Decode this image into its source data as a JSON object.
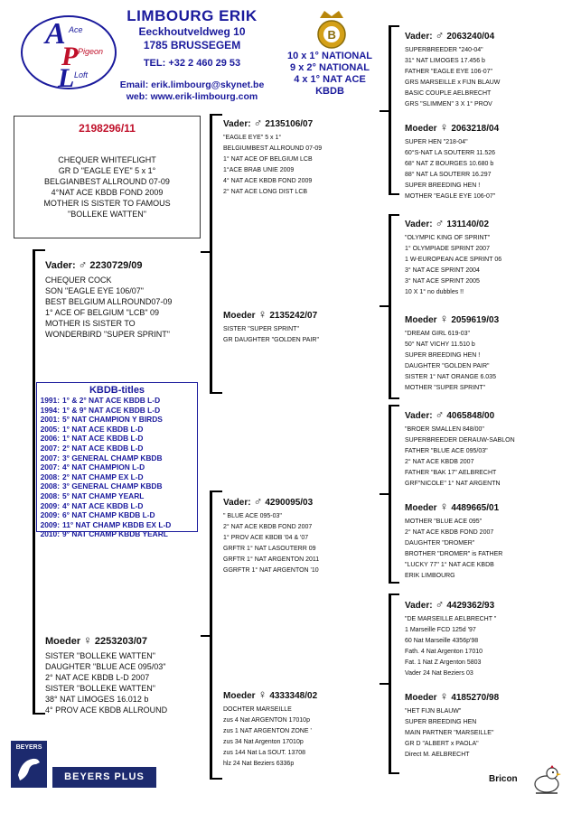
{
  "header": {
    "logo_letters": [
      "Ace",
      "Pigeon",
      "Loft"
    ],
    "name": "LIMBOURG ERIK",
    "street": "Eeckhoutveldweg 10",
    "city": "1785 BRUSSEGEM",
    "tel": "TEL: +32 2 460 29 53",
    "email": "Email: erik.limbourg@skynet.be",
    "web": "web: www.erik-limbourg.com",
    "titles": [
      "10 x 1° NATIONAL",
      "9 x 2° NATIONAL",
      "4 x 1° NAT ACE",
      "KBDB"
    ]
  },
  "subject": {
    "ring": "2198296/11",
    "lines": [
      "CHEQUER WHITEFLIGHT",
      "GR D \"EAGLE EYE\" 5 x 1°",
      "BELGIANBEST ALLROUND 07-09",
      "4°NAT ACE KBDB FOND 2009",
      "MOTHER IS SISTER TO FAMOUS",
      "\"BOLLEKE WATTEN\""
    ]
  },
  "father": {
    "role": "Vader:",
    "sym": "♂",
    "ring": "2230729/09",
    "lines": [
      "CHEQUER COCK",
      "SON \"EAGLE EYE 106/07\"",
      "BEST BELGIUM ALLROUND07-09",
      "1° ACE OF BELGIUM \"LCB\" 09",
      "MOTHER IS SISTER TO",
      "WONDERBIRD \"SUPER SPRINT\""
    ]
  },
  "mother": {
    "role": "Moeder",
    "sym": "♀",
    "ring": "2253203/07",
    "lines": [
      "SISTER \"BOLLEKE WATTEN\"",
      "DAUGHTER \"BLUE ACE 095/03\"",
      "2° NAT ACE KBDB L-D 2007",
      "SISTER \"BOLLEKE WATTEN\"",
      "38° NAT LIMOGES 16.012 b",
      "4° PROV ACE KBDB ALLROUND"
    ]
  },
  "kbdb": {
    "title": "KBDB-titles",
    "rows": [
      {
        "year": "1991:",
        "text": "1° & 2° NAT ACE KBDB L-D"
      },
      {
        "year": "1994:",
        "text": "1° & 9° NAT ACE KBDB L-D"
      },
      {
        "year": "2001:",
        "text": "5° NAT CHAMPION Y BIRDS"
      },
      {
        "year": "2005:",
        "text": "1° NAT ACE KBDB L-D"
      },
      {
        "year": "2006:",
        "text": "1° NAT ACE KBDB L-D"
      },
      {
        "year": "2007:",
        "text": "2° NAT ACE KBDB L-D"
      },
      {
        "year": "2007:",
        "text": "3° GENERAL CHAMP KBDB"
      },
      {
        "year": "2007:",
        "text": "4° NAT CHAMPION L-D"
      },
      {
        "year": "2008:",
        "text": "2° NAT CHAMP EX L-D"
      },
      {
        "year": "2008:",
        "text": "3° GENERAL CHAMP KBDB"
      },
      {
        "year": "2008:",
        "text": "5° NAT CHAMP YEARL"
      },
      {
        "year": "2009:",
        "text": "4° NAT ACE KBDB L-D"
      },
      {
        "year": "2009:",
        "text": "6° NAT CHAMP KBDB L-D"
      },
      {
        "year": "2009:",
        "text": "11° NAT CHAMP KBDB EX L-D"
      },
      {
        "year": "2010:",
        "text": "9° NAT CHAMP KBDB YEARL"
      }
    ]
  },
  "gen2": [
    {
      "role": "Vader:",
      "sym": "♂",
      "ring": "2135106/07",
      "lines": [
        "\"EAGLE EYE\" 5 x 1°",
        "BELGIUMBEST ALLROUND 07-09",
        "1° NAT ACE OF BELGIUM LCB",
        "1°ACE BRAB UNIE 2009",
        "4° NAT ACE KBDB FOND 2009",
        "2° NAT ACE LONG DIST LCB"
      ]
    },
    {
      "role": "Moeder",
      "sym": "♀",
      "ring": "2135242/07",
      "lines": [
        "SISTER \"SUPER SPRINT\"",
        "GR DAUGHTER \"GOLDEN PAIR\""
      ]
    },
    {
      "role": "Vader:",
      "sym": "♂",
      "ring": "4290095/03",
      "lines": [
        "\" BLUE ACE 095-03\"",
        "2° NAT ACE KBDB FOND 2007",
        "1° PROV ACE KBDB '04 & '07",
        "GRFTR 1° NAT LASOUTERR 09",
        "GRFTR 1° NAT ARGENTON 2011",
        "GGRFTR 1° NAT ARGENTON '10"
      ]
    },
    {
      "role": "Moeder",
      "sym": "♀",
      "ring": "4333348/02",
      "lines": [
        "DOCHTER MARSEILLE",
        "zus 4 Nat ARGENTON 17010p",
        "zus 1 NAT ARGENTON  ZONE '",
        "zus 34 Nat Argenton 17010p",
        "zus 144 Nat La SOUT. 13708",
        "hlz 24 Nat Beziers 6336p"
      ]
    }
  ],
  "gen3": [
    {
      "role": "Vader:",
      "sym": "♂",
      "ring": "2063240/04",
      "lines": [
        "SUPERBREEDER \"240-04\"",
        "31° NAT LIMOGES 17.456 b",
        "FATHER \"EAGLE EYE 106-07\"",
        "GRS MARSEILLE x FIJN BLAUW",
        "BASIC COUPLE AELBRECHT",
        "GRS \"SLIMMEN\" 3 X 1° PROV"
      ]
    },
    {
      "role": "Moeder",
      "sym": "♀",
      "ring": "2063218/04",
      "lines": [
        "SUPER HEN \"218-04\"",
        "60°S-NAT LA SOUTERR 11.526",
        "68° NAT Z BOURGES 10.680 b",
        "88° NAT LA SOUTERR 16.297",
        "SUPER BREEDING HEN !",
        "MOTHER \"EAGLE EYE 106-07\""
      ]
    },
    {
      "role": "Vader:",
      "sym": "♂",
      "ring": "131140/02",
      "lines": [
        "\"OLYMPIC KING OF SPRINT\"",
        "1° OLYMPIADE SPRINT 2007",
        "1 W-EUROPEAN ACE SPRINT 06",
        "3° NAT ACE SPRINT 2004",
        "3° NAT ACE SPRINT 2005",
        "10 X 1° no dubbles !!"
      ]
    },
    {
      "role": "Moeder",
      "sym": "♀",
      "ring": "2059619/03",
      "lines": [
        "\"DREAM GIRL 619-03\"",
        "50° NAT VICHY 11.510 b",
        "SUPER BREEDING HEN !",
        "DAUGHTER \"GOLDEN PAIR\"",
        "SISTER 1° NAT ORANGE 6.035",
        "MOTHER \"SUPER SPRINT\""
      ]
    },
    {
      "role": "Vader:",
      "sym": "♂",
      "ring": "4065848/00",
      "lines": [
        "\"BROER SMALLEN 848/00\"",
        "SUPERBREEDER DERAUW-SABLON",
        "FATHER \"BLUE ACE 095/03\"",
        "2° NAT ACE KBDB 2007",
        "FATHER \"BAK 17\" AELBRECHT",
        "GRF\"NICOLE\" 1° NAT ARGENTN"
      ]
    },
    {
      "role": "Moeder",
      "sym": "♀",
      "ring": "4489665/01",
      "lines": [
        "MOTHER \"BLUE ACE 095\"",
        "2° NAT ACE KBDB FOND 2007",
        "DAUGHTER \"DROMER\"",
        "BROTHER \"DROMER\" is FATHER",
        "\"LUCKY 77\" 1° NAT ACE KBDB",
        "ERIK LIMBOURG"
      ]
    },
    {
      "role": "Vader:",
      "sym": "♂",
      "ring": "4429362/93",
      "lines": [
        "\"DE MARSEILLE AELBRECHT \"",
        "1 Marseille FCD 125d '97",
        "60 Nat Marseille 4356p'98",
        "Fath. 4 Nat Argenton 17010",
        "Fat. 1 Nat Z Argenton 5803",
        "Vader 24 Nat Beziers 03"
      ]
    },
    {
      "role": "Moeder",
      "sym": "♀",
      "ring": "4185270/98",
      "lines": [
        "\"HET FIJN BLAUW\"",
        "SUPER BREEDING HEN",
        "MAIN PARTNER \"MARSEILLE\"",
        "GR D \"ALBERT x PAOLA\"",
        "Direct M. AELBRECHT"
      ]
    }
  ],
  "footer": {
    "beyers": "BEYERS",
    "beyers_plus": "BEYERS PLUS",
    "bricon": "Bricon"
  }
}
